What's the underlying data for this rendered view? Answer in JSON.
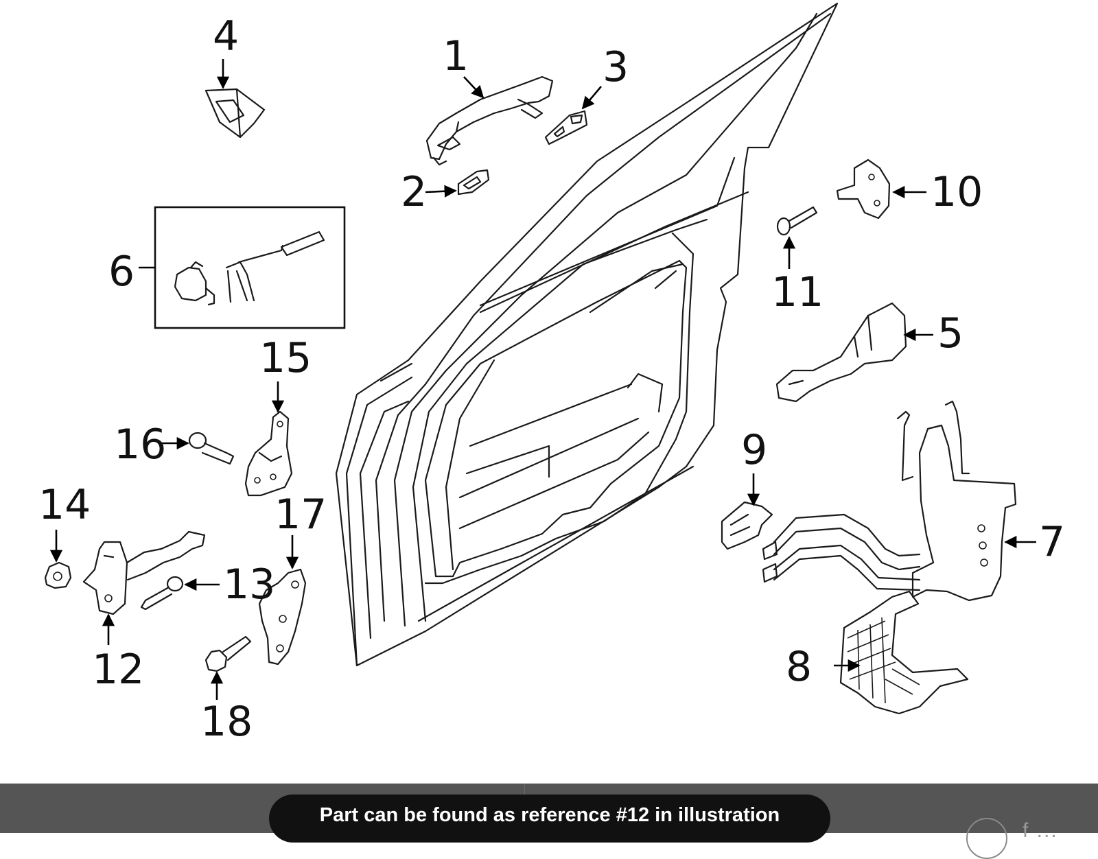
{
  "diagram": {
    "callouts": [
      {
        "id": "1",
        "label": "1"
      },
      {
        "id": "2",
        "label": "2"
      },
      {
        "id": "3",
        "label": "3"
      },
      {
        "id": "4",
        "label": "4"
      },
      {
        "id": "5",
        "label": "5"
      },
      {
        "id": "6",
        "label": "6"
      },
      {
        "id": "7",
        "label": "7"
      },
      {
        "id": "8",
        "label": "8"
      },
      {
        "id": "9",
        "label": "9"
      },
      {
        "id": "10",
        "label": "10"
      },
      {
        "id": "11",
        "label": "11"
      },
      {
        "id": "12",
        "label": "12"
      },
      {
        "id": "13",
        "label": "13"
      },
      {
        "id": "14",
        "label": "14"
      },
      {
        "id": "15",
        "label": "15"
      },
      {
        "id": "16",
        "label": "16"
      },
      {
        "id": "17",
        "label": "17"
      },
      {
        "id": "18",
        "label": "18"
      }
    ]
  },
  "footer": {
    "tooltip_text": "Part can be found as reference #12 in illustration",
    "corner_text": "f ...",
    "bar_color": "#555555",
    "pill_color": "#111111"
  }
}
